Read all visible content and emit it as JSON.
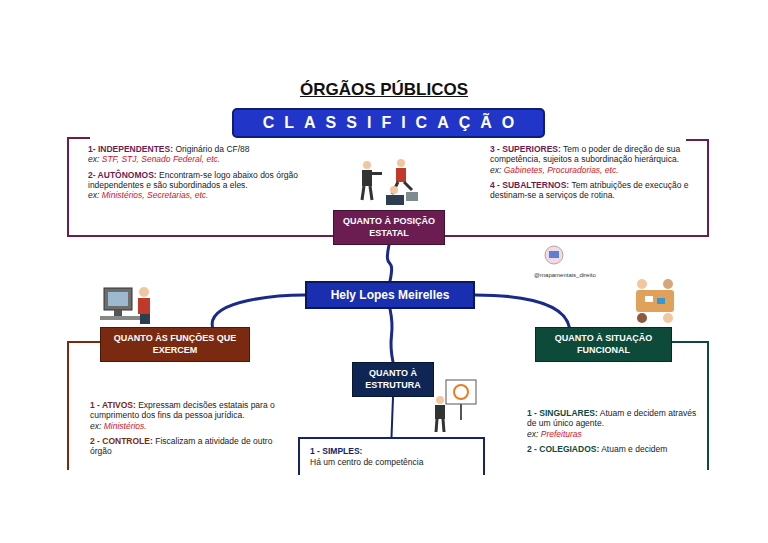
{
  "diagram": {
    "title": "ÓRGÃOS PÚBLICOS",
    "nodes": [
      {
        "text": [
          "CLASSIFICAÇÃO"
        ]
      },
      {
        "text": [
          "QUANTO À POSIÇÃO ESTATAL"
        ]
      },
      {
        "text": [
          "Hely Lopes Meirelles"
        ]
      },
      {
        "text": [
          "QUANTO ÀS FUNÇÕES QUE EXERCEM"
        ]
      },
      {
        "text": [
          "QUANTO À ESTRUTURA"
        ]
      },
      {
        "text": [
          "QUANTO À SITUAÇÃO FUNCIONAL"
        ]
      },
      {
        "text": [
          "1 - SIMPLES:",
          "Há um centro de competência"
        ]
      }
    ],
    "edges": [
      {
        "from": 2,
        "to": 1,
        "arrow": "none"
      },
      {
        "from": 2,
        "to": 3,
        "arrow": "none"
      },
      {
        "from": 2,
        "to": 4,
        "arrow": "none"
      },
      {
        "from": 2,
        "to": 5,
        "arrow": "none"
      },
      {
        "from": 4,
        "to": 6,
        "arrow": "none"
      }
    ],
    "labels": [
      "1- INDEPENDENTES:",
      "Originário da CF/88",
      "ex:",
      "STF, STJ, Senado Federal, etc.",
      "2- AUTÔNOMOS:",
      "Encontram-se logo abaixo dos órgão independentes e são subordinados a eles.",
      "ex:",
      "Ministérios, Secretarias, etc.",
      "3 - SUPERIORES:",
      "Tem o poder de direção de sua competência, sujeitos a subordinação hierárquica.",
      "ex:",
      "Gabinetes, Procuradorias, etc.",
      "4 - SUBALTERNOS:",
      "Tem atribuições de execução e destinam-se a serviços de rotina.",
      "@mapamentais_direito",
      "1 - ATIVOS:",
      "Expressam decisões estatais para o cumprimento dos fins da pessoa jurídica.",
      "ex:",
      "Ministérios.",
      "2 - CONTROLE:",
      "Fiscalizam a atividade de outro órgão",
      "1 - SINGULARES:",
      "Atuam e decidem através de um único agente.",
      "ex:",
      "Prefeituras",
      "2 - COLEGIADOS:",
      "Atuam e decidem"
    ]
  }
}
